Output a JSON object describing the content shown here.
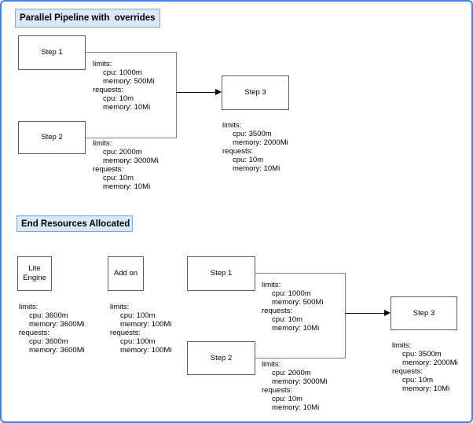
{
  "colors": {
    "frame_border": "#3b82f6",
    "title_fill": "#dae8fc",
    "title_border": "#7ea6e0",
    "node_border": "#5c5c5c",
    "connector_line": "#808080",
    "arrow": "#000000"
  },
  "labels": {
    "limits": "limits:",
    "requests": "requests:"
  },
  "top": {
    "title": "Parallel Pipeline with  overrides",
    "step1": {
      "label": "Step 1",
      "limits_cpu": "cpu: 1000m",
      "limits_mem": "memory: 500Mi",
      "req_cpu": "cpu: 10m",
      "req_mem": "memory: 10Mi"
    },
    "step2": {
      "label": "Step 2",
      "limits_cpu": "cpu: 2000m",
      "limits_mem": "memory: 3000Mi",
      "req_cpu": "cpu: 10m",
      "req_mem": "memory: 10Mi"
    },
    "step3": {
      "label": "Step 3",
      "limits_cpu": "cpu: 3500m",
      "limits_mem": "memory: 2000Mi",
      "req_cpu": "cpu: 10m",
      "req_mem": "memory: 10Mi"
    }
  },
  "bottom": {
    "title": "End Resources Allocated",
    "lite_engine": {
      "label_line1": "Lite",
      "label_line2": "Engine",
      "limits_cpu": "cpu: 3600m",
      "limits_mem": "memory: 3600Mi",
      "req_cpu": "cpu: 3600m",
      "req_mem": "memory: 3600Mi"
    },
    "add_on": {
      "label": "Add on",
      "limits_cpu": "cpu: 100m",
      "limits_mem": "memory: 100Mi",
      "req_cpu": "cpu: 100m",
      "req_mem": "memory: 100Mi"
    },
    "step1": {
      "label": "Step 1",
      "limits_cpu": "cpu: 1000m",
      "limits_mem": "memory: 500Mi",
      "req_cpu": "cpu: 10m",
      "req_mem": "memory: 10Mi"
    },
    "step2": {
      "label": "Step 2",
      "limits_cpu": "cpu: 2000m",
      "limits_mem": "memory: 3000Mi",
      "req_cpu": "cpu: 10m",
      "req_mem": "memory: 10Mi"
    },
    "step3": {
      "label": "Step 3",
      "limits_cpu": "cpu: 3500m",
      "limits_mem": "memory: 2000Mi",
      "req_cpu": "cpu: 10m",
      "req_mem": "memory: 10Mi"
    }
  }
}
